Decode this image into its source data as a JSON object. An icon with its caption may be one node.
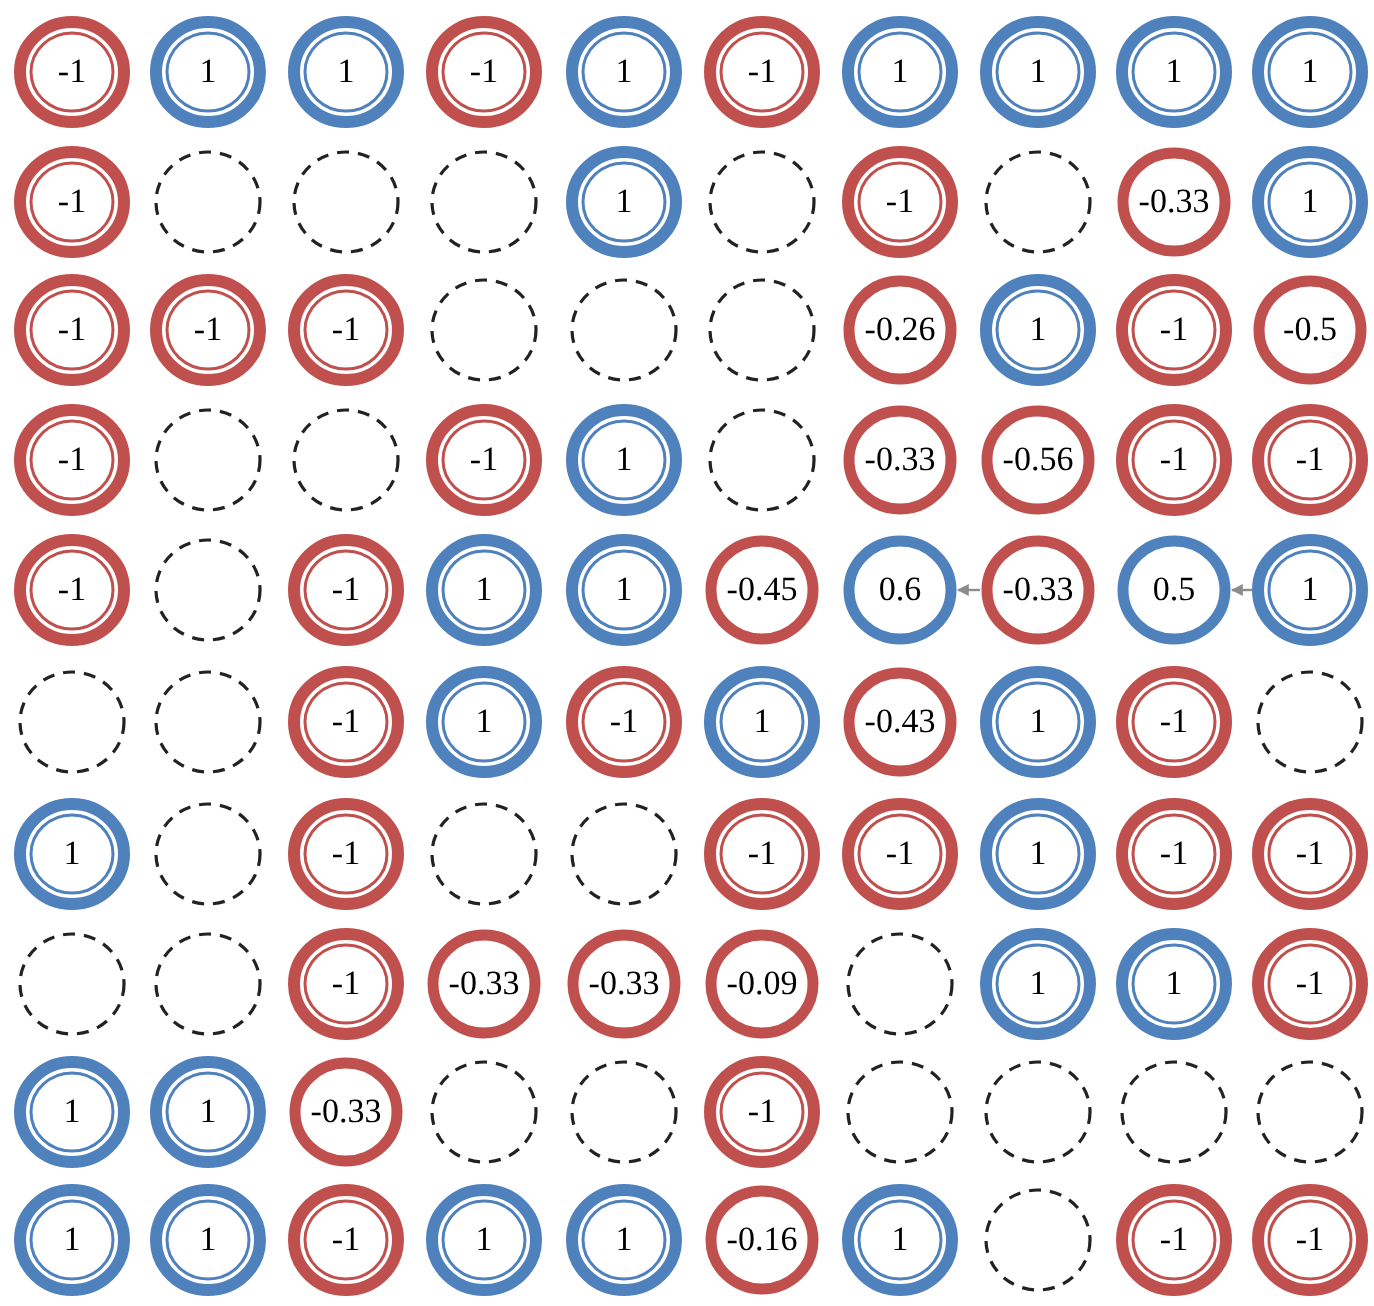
{
  "diagram": {
    "nodes": [
      {
        "text": [
          "-1"
        ]
      },
      {
        "text": [
          "1"
        ]
      },
      {
        "text": [
          "1"
        ]
      },
      {
        "text": [
          "-1"
        ]
      },
      {
        "text": [
          "1"
        ]
      },
      {
        "text": [
          "-1"
        ]
      },
      {
        "text": [
          "1"
        ]
      },
      {
        "text": [
          "1"
        ]
      },
      {
        "text": [
          "1"
        ]
      },
      {
        "text": [
          "1"
        ]
      },
      {
        "text": [
          "-1"
        ]
      },
      {
        "text": [],
        "shape": "circle"
      },
      {
        "text": [],
        "shape": "circle"
      },
      {
        "text": [],
        "shape": "circle"
      },
      {
        "text": [
          "1"
        ]
      },
      {
        "text": [],
        "shape": "circle"
      },
      {
        "text": [
          "-1"
        ]
      },
      {
        "text": [],
        "shape": "circle"
      },
      {
        "text": [
          "-0.33"
        ]
      },
      {
        "text": [
          "1"
        ]
      },
      {
        "text": [
          "-1"
        ]
      },
      {
        "text": [
          "-1"
        ]
      },
      {
        "text": [
          "-1"
        ]
      },
      {
        "text": [],
        "shape": "circle"
      },
      {
        "text": [],
        "shape": "circle"
      },
      {
        "text": [],
        "shape": "circle"
      },
      {
        "text": [
          "-0.26"
        ]
      },
      {
        "text": [
          "1"
        ]
      },
      {
        "text": [
          "-1"
        ]
      },
      {
        "text": [
          "-0.5"
        ]
      },
      {
        "text": [
          "-1"
        ]
      },
      {
        "text": [],
        "shape": "circle"
      },
      {
        "text": [],
        "shape": "circle"
      },
      {
        "text": [
          "-1"
        ]
      },
      {
        "text": [
          "1"
        ]
      },
      {
        "text": [],
        "shape": "circle"
      },
      {
        "text": [
          "-0.33"
        ]
      },
      {
        "text": [
          "-0.56"
        ]
      },
      {
        "text": [
          "-1"
        ]
      },
      {
        "text": [
          "-1"
        ]
      },
      {
        "text": [
          "-1"
        ]
      },
      {
        "text": [],
        "shape": "circle"
      },
      {
        "text": [
          "-1"
        ]
      },
      {
        "text": [
          "1"
        ]
      },
      {
        "text": [
          "1"
        ]
      },
      {
        "text": [
          "-0.45"
        ]
      },
      {
        "text": [
          "0.6"
        ]
      },
      {
        "text": [
          "-0.33"
        ]
      },
      {
        "text": [
          "0.5"
        ]
      },
      {
        "text": [
          "1"
        ]
      },
      {
        "text": [],
        "shape": "circle"
      },
      {
        "text": [],
        "shape": "circle"
      },
      {
        "text": [
          "-1"
        ]
      },
      {
        "text": [
          "1"
        ]
      },
      {
        "text": [
          "-1"
        ]
      },
      {
        "text": [
          "1"
        ]
      },
      {
        "text": [
          "-0.43"
        ]
      },
      {
        "text": [
          "1"
        ]
      },
      {
        "text": [
          "-1"
        ]
      },
      {
        "text": [],
        "shape": "circle"
      },
      {
        "text": [
          "1"
        ]
      },
      {
        "text": [],
        "shape": "circle"
      },
      {
        "text": [
          "-1"
        ]
      },
      {
        "text": [],
        "shape": "circle"
      },
      {
        "text": [],
        "shape": "circle"
      },
      {
        "text": [
          "-1"
        ]
      },
      {
        "text": [
          "-1"
        ]
      },
      {
        "text": [
          "1"
        ]
      },
      {
        "text": [
          "-1"
        ]
      },
      {
        "text": [
          "-1"
        ]
      },
      {
        "text": [],
        "shape": "circle"
      },
      {
        "text": [],
        "shape": "circle"
      },
      {
        "text": [
          "-1"
        ]
      },
      {
        "text": [
          "-0.33"
        ]
      },
      {
        "text": [
          "-0.33"
        ]
      },
      {
        "text": [
          "-0.09"
        ]
      },
      {
        "text": [],
        "shape": "circle"
      },
      {
        "text": [
          "1"
        ]
      },
      {
        "text": [
          "1"
        ]
      },
      {
        "text": [
          "-1"
        ]
      },
      {
        "text": [
          "1"
        ]
      },
      {
        "text": [
          "1"
        ]
      },
      {
        "text": [
          "-0.33"
        ]
      },
      {
        "text": [],
        "shape": "circle"
      },
      {
        "text": [],
        "shape": "circle"
      },
      {
        "text": [
          "-1"
        ]
      },
      {
        "text": [],
        "shape": "circle"
      },
      {
        "text": [],
        "shape": "circle"
      },
      {
        "text": [],
        "shape": "circle"
      },
      {
        "text": [],
        "shape": "circle"
      },
      {
        "text": [
          "1"
        ]
      },
      {
        "text": [
          "1"
        ]
      },
      {
        "text": [
          "-1"
        ]
      },
      {
        "text": [
          "1"
        ]
      },
      {
        "text": [
          "1"
        ]
      },
      {
        "text": [
          "-0.16"
        ]
      },
      {
        "text": [
          "1"
        ]
      },
      {
        "text": [],
        "shape": "circle"
      },
      {
        "text": [
          "-1"
        ]
      },
      {
        "text": [
          "-1"
        ]
      }
    ],
    "edges": [
      {
        "from": 47,
        "to": 46,
        "arrow": "to"
      },
      {
        "from": 49,
        "to": 48,
        "arrow": "to"
      }
    ]
  }
}
